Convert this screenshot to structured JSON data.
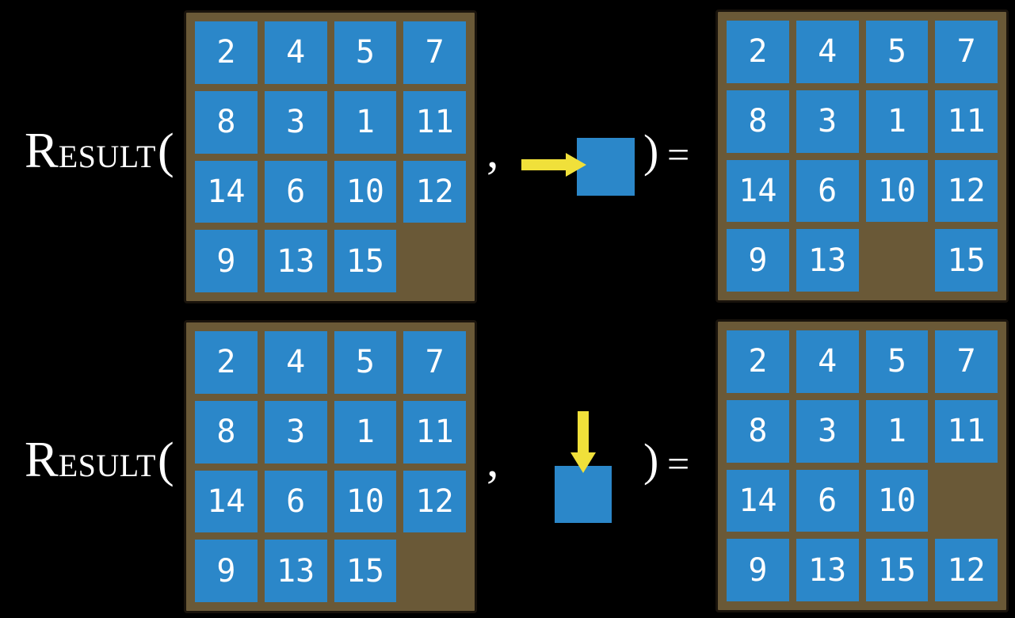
{
  "slide": {
    "function_name": "Result",
    "display": {
      "name_cap": "R",
      "name_rest": "ESULT",
      "open_paren": "(",
      "comma": ",",
      "close_paren": ")",
      "equals": "="
    }
  },
  "colors": {
    "background": "#000000",
    "tile_blue": "#2B87C9",
    "board_brown": "#6A5937",
    "board_edge": "#19130C",
    "arrow_yellow": "#F0E03A",
    "text_white": "#FFFFFF"
  },
  "icons": [
    "arrow-right-icon",
    "arrow-down-icon"
  ],
  "rows": [
    {
      "action": "slide-tile-right",
      "action_icon": "arrow-right-icon",
      "initial_board": [
        "2",
        "4",
        "5",
        "7",
        "8",
        "3",
        "1",
        "11",
        "14",
        "6",
        "10",
        "12",
        "9",
        "13",
        "15",
        ""
      ],
      "result_board": [
        "2",
        "4",
        "5",
        "7",
        "8",
        "3",
        "1",
        "11",
        "14",
        "6",
        "10",
        "12",
        "9",
        "13",
        "",
        "15"
      ]
    },
    {
      "action": "slide-tile-down",
      "action_icon": "arrow-down-icon",
      "initial_board": [
        "2",
        "4",
        "5",
        "7",
        "8",
        "3",
        "1",
        "11",
        "14",
        "6",
        "10",
        "12",
        "9",
        "13",
        "15",
        ""
      ],
      "result_board": [
        "2",
        "4",
        "5",
        "7",
        "8",
        "3",
        "1",
        "11",
        "14",
        "6",
        "10",
        "",
        "9",
        "13",
        "15",
        "12"
      ]
    }
  ]
}
